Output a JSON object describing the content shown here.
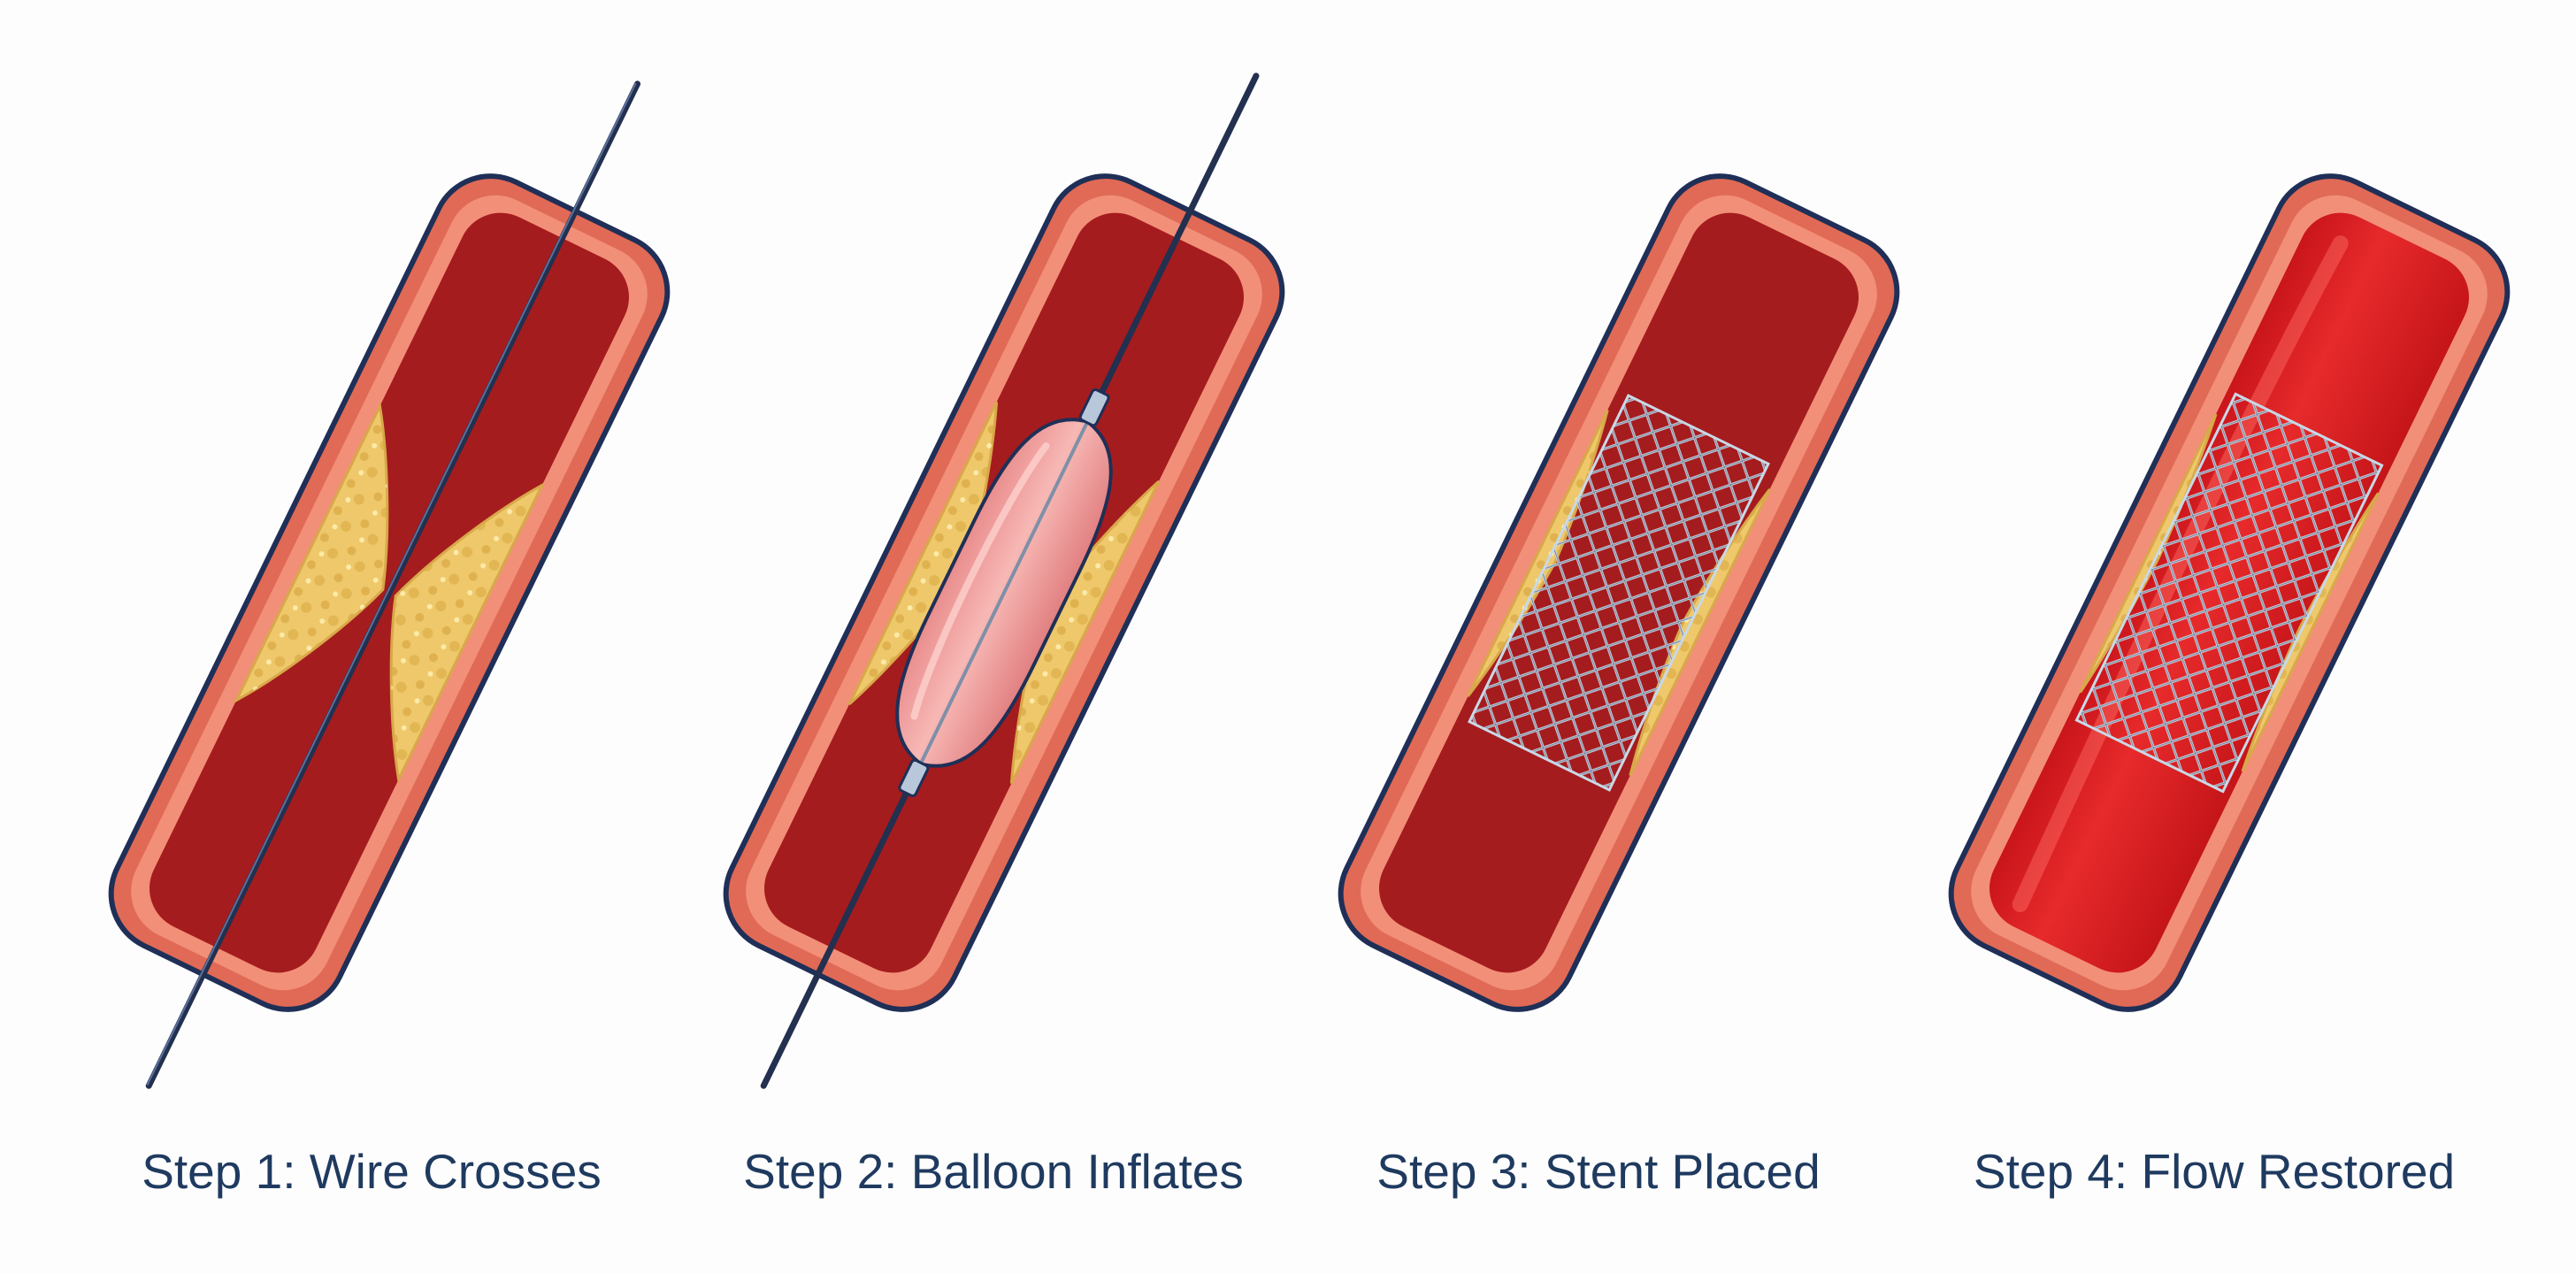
{
  "diagram": {
    "steps": [
      {
        "label": "Step 1: Wire Crosses",
        "stage": "wire",
        "lumen_color": "#a51c1e"
      },
      {
        "label": "Step 2: Balloon Inflates",
        "stage": "balloon",
        "lumen_color": "#a51c1e"
      },
      {
        "label": "Step 3: Stent Placed",
        "stage": "stent",
        "lumen_color": "#a51c1e"
      },
      {
        "label": "Step 4: Flow Restored",
        "stage": "restored",
        "lumen_color": "#d81e22"
      }
    ],
    "colors": {
      "outline": "#1f2f57",
      "vessel_wall": "#e06a55",
      "vessel_wall_inner": "#f28f78",
      "plaque": "#eec86a",
      "plaque_spots": "#d9aa45",
      "balloon": "#f2a1a0",
      "stent_wire": "#c9d8e6",
      "guide_wire": "#23304f"
    }
  }
}
